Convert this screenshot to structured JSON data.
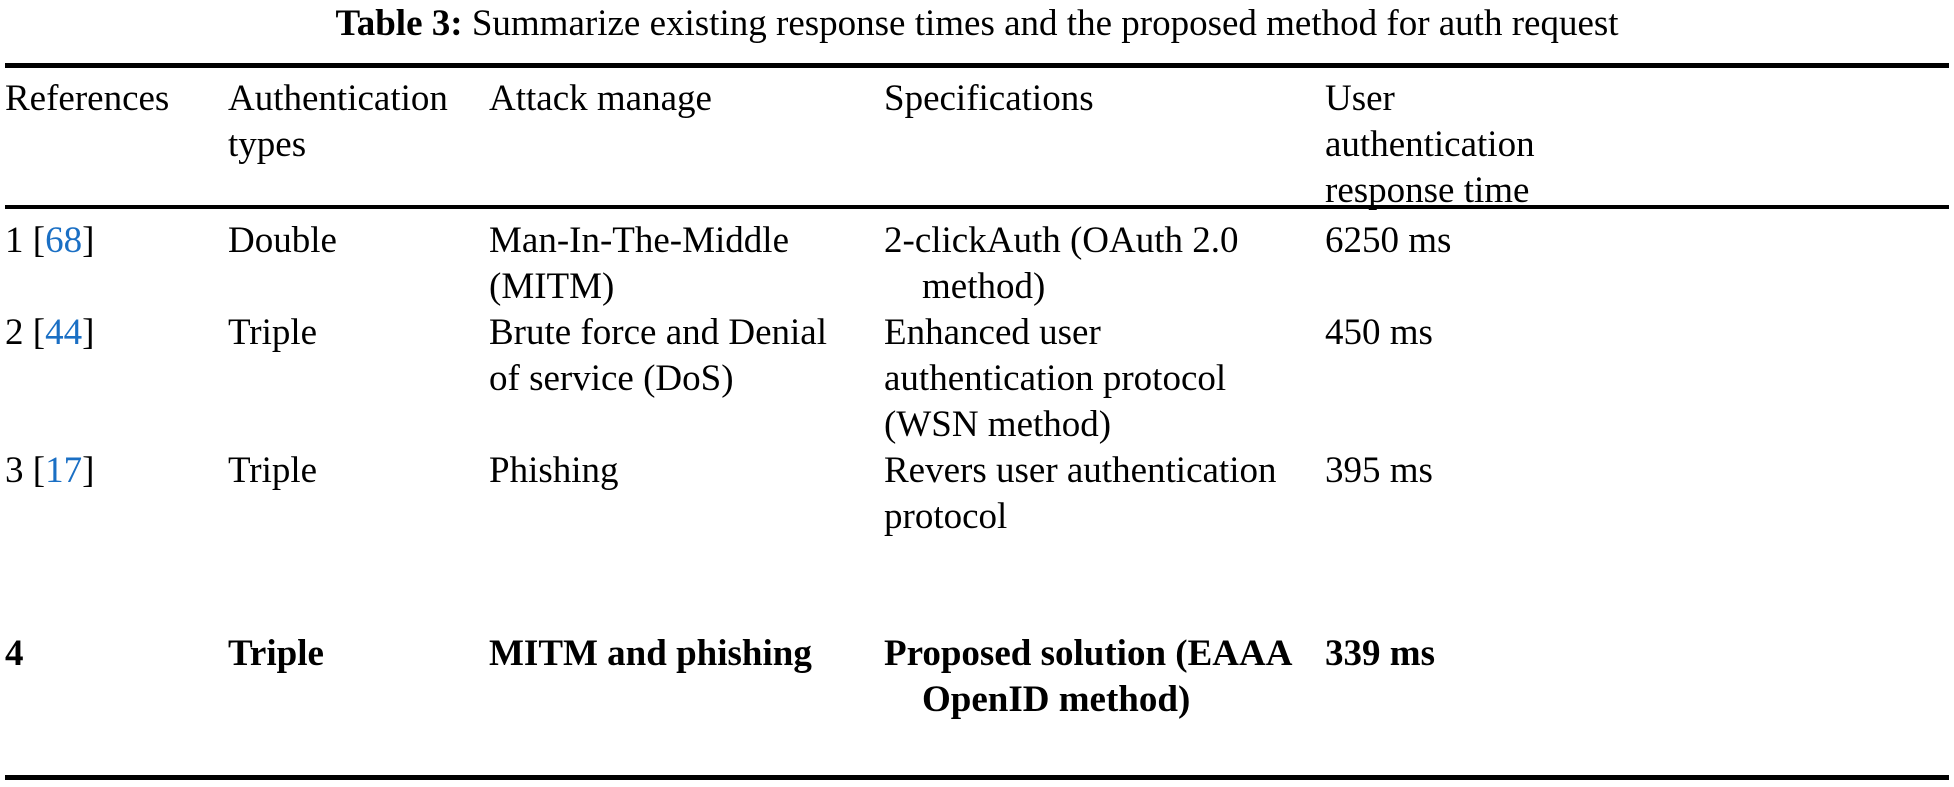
{
  "caption": {
    "label": "Table 3:",
    "text": "Summarize existing response times and the proposed method for auth request"
  },
  "table": {
    "columns": [
      {
        "id": "references",
        "header": "References"
      },
      {
        "id": "authentication_types",
        "header_line1": "Authentication",
        "header_line2": "types"
      },
      {
        "id": "attack_manage",
        "header": "Attack manage"
      },
      {
        "id": "specifications",
        "header": "Specifications"
      },
      {
        "id": "user_auth_response_time",
        "header_line1": "User",
        "header_line2": "authentication",
        "header_line3": "response time"
      }
    ],
    "rows": [
      {
        "index": "1",
        "citation_open": "[",
        "citation_number": "68",
        "citation_close": "]",
        "authentication_type": "Double",
        "attack_manage_line1": "Man-In-The-Middle",
        "attack_manage_line2": "(MITM)",
        "specifications_line1": "2-clickAuth (OAuth 2.0",
        "specifications_line2": "method)",
        "response_time": "6250 ms",
        "bold": false
      },
      {
        "index": "2",
        "citation_open": "[",
        "citation_number": "44",
        "citation_close": "]",
        "authentication_type": "Triple",
        "attack_manage_line1": "Brute force and Denial",
        "attack_manage_line2": "of service (DoS)",
        "specifications_line1": "Enhanced user",
        "specifications_line2": "authentication protocol",
        "specifications_line3": "(WSN method)",
        "response_time": "450 ms",
        "bold": false
      },
      {
        "index": "3",
        "citation_open": "[",
        "citation_number": "17",
        "citation_close": "]",
        "authentication_type": "Triple",
        "attack_manage_line1": "Phishing",
        "attack_manage_line2": "",
        "specifications_line1": "Revers user authentication",
        "specifications_line2": "protocol",
        "response_time": "395 ms",
        "bold": false
      },
      {
        "index": "4",
        "citation_open": "",
        "citation_number": "",
        "citation_close": "",
        "authentication_type": "Triple",
        "attack_manage_line1": "MITM and phishing",
        "attack_manage_line2": "",
        "specifications_line1": "Proposed solution (EAAA",
        "specifications_line2": "OpenID method)",
        "response_time": "339 ms",
        "bold": true
      }
    ]
  },
  "colors": {
    "citation_link": "#1a6fc4",
    "text": "#000000",
    "rule": "#000000",
    "background": "#ffffff"
  }
}
